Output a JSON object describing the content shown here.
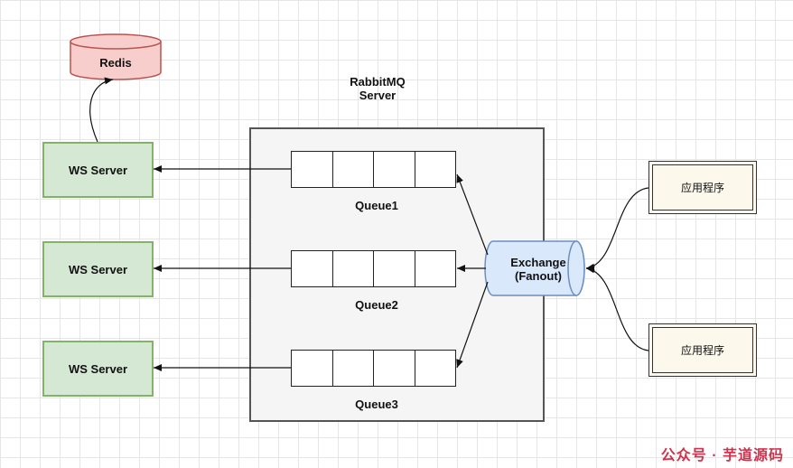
{
  "rabbitmq": {
    "title_line1": "RabbitMQ",
    "title_line2": "Server"
  },
  "redis": {
    "label": "Redis"
  },
  "ws_servers": [
    "WS Server",
    "WS Server",
    "WS Server"
  ],
  "queues": [
    "Queue1",
    "Queue2",
    "Queue3"
  ],
  "exchange": {
    "line1": "Exchange",
    "line2": "(Fanout)"
  },
  "apps": [
    "应用程序",
    "应用程序"
  ],
  "watermark": "公众号 · 芋道源码",
  "colors": {
    "ws_fill": "#d5e8d4",
    "ws_border": "#82b366",
    "redis_fill": "#f8cecc",
    "redis_border": "#b85450",
    "exchange_fill": "#dae8fc",
    "exchange_border": "#6c8ebf",
    "app_fill": "#fcf8ec",
    "server_fill": "#f5f5f5"
  }
}
